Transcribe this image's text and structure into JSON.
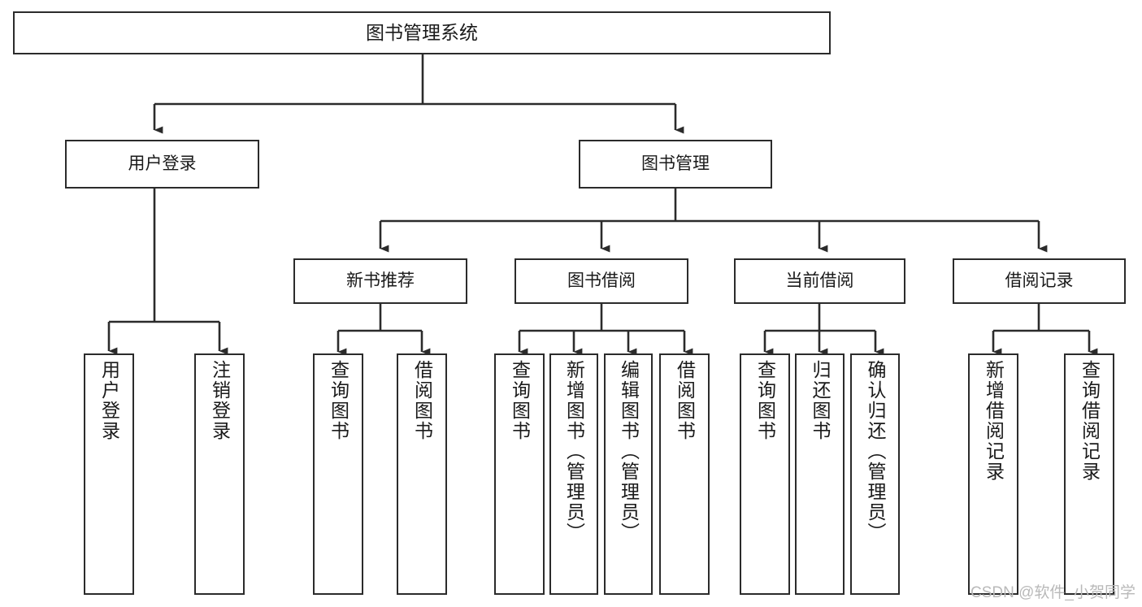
{
  "diagram": {
    "title": "图书管理系统",
    "type": "tree-hierarchy-chart",
    "colors": {
      "box_border": "#2b2b2b",
      "box_fill": "#ffffff",
      "connector": "#2b2b2b",
      "watermark": "#b9b9b9",
      "background": "#ffffff"
    },
    "root": {
      "label": "图书管理系统"
    },
    "level2": [
      {
        "label": "用户登录"
      },
      {
        "label": "图书管理"
      }
    ],
    "level3": [
      {
        "label": "新书推荐"
      },
      {
        "label": "图书借阅"
      },
      {
        "label": "当前借阅"
      },
      {
        "label": "借阅记录"
      }
    ],
    "leaves": {
      "user_login": [
        {
          "label": "用户登录"
        },
        {
          "label": "注销登录"
        }
      ],
      "new_book_recommend": [
        {
          "label": "查询图书"
        },
        {
          "label": "借阅图书"
        }
      ],
      "book_borrow": [
        {
          "label": "查询图书"
        },
        {
          "label": "新增图书（管理员）"
        },
        {
          "label": "编辑图书（管理员）"
        },
        {
          "label": "借阅图书"
        }
      ],
      "current_borrow": [
        {
          "label": "查询图书"
        },
        {
          "label": "归还图书"
        },
        {
          "label": "确认归还（管理员）"
        }
      ],
      "borrow_record": [
        {
          "label": "新增借阅记录"
        },
        {
          "label": "查询借阅记录"
        }
      ]
    },
    "watermark": "CSDN @软件_小贺同学"
  }
}
